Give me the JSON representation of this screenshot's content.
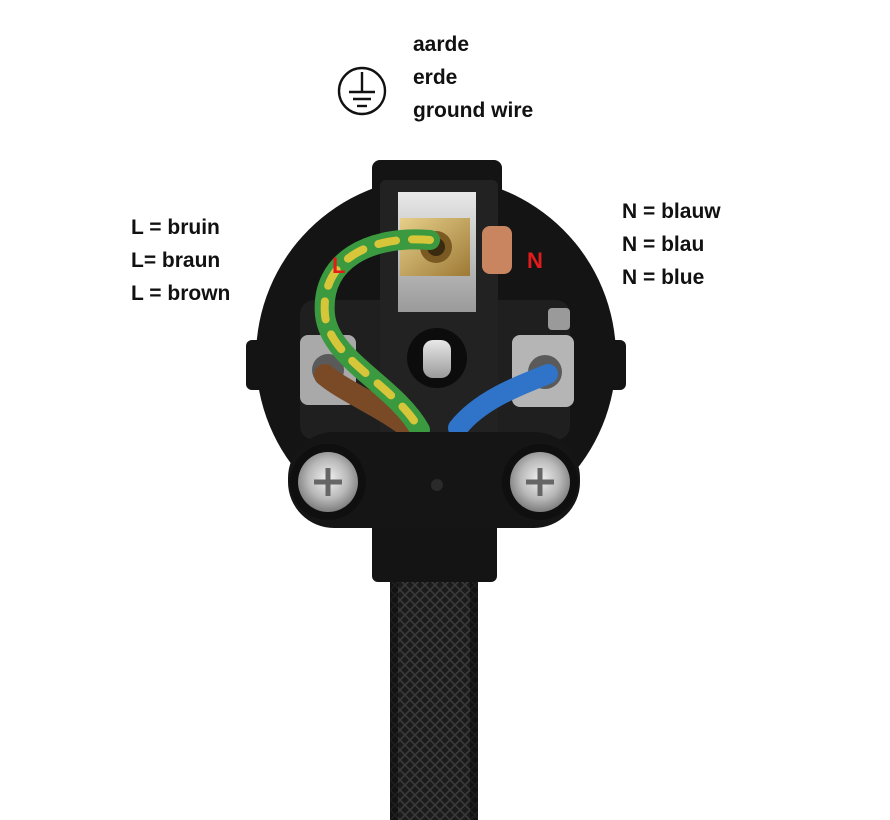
{
  "ground": {
    "lines": [
      "aarde",
      "erde",
      "ground wire"
    ],
    "icon": "earth-ground-symbol"
  },
  "live": {
    "lines": [
      "L = bruin",
      "L= braun",
      "L = brown"
    ],
    "terminal_letter": "L",
    "wire_color": "#7a4a26"
  },
  "neutral": {
    "lines": [
      "N = blauw",
      "N = blau",
      "N = blue"
    ],
    "terminal_letter": "N",
    "wire_color": "#2f74c8"
  },
  "earth_wire": {
    "colors": [
      "#3b9a3f",
      "#d8c63a"
    ]
  },
  "colors": {
    "terminal_letter": "#e31b1b",
    "plug_body": "#141414",
    "cable": "#1c1c1c"
  }
}
